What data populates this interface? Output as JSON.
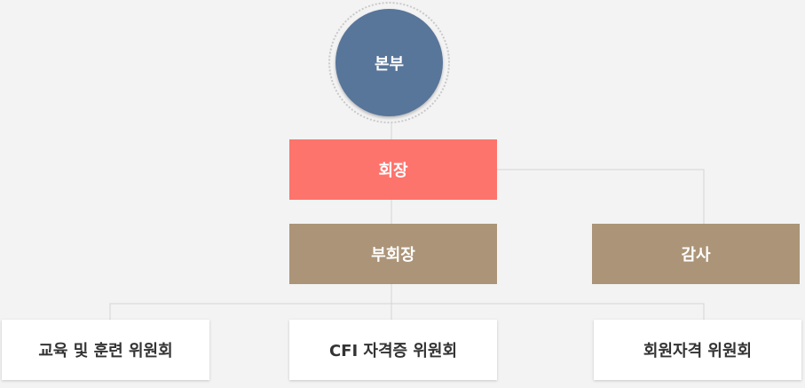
{
  "org": {
    "root": "본부",
    "president": "회장",
    "vice_president": "부회장",
    "audit": "감사",
    "committees": [
      "교육 및 훈련 위원회",
      "CFI 자격증 위원회",
      "회원자격 위원회"
    ]
  },
  "colors": {
    "root": "#58759a",
    "president": "#fd746c",
    "officer": "#ab9478",
    "committee": "#ffffff",
    "connector": "#d4d4d4",
    "background": "#f3f3f3"
  }
}
